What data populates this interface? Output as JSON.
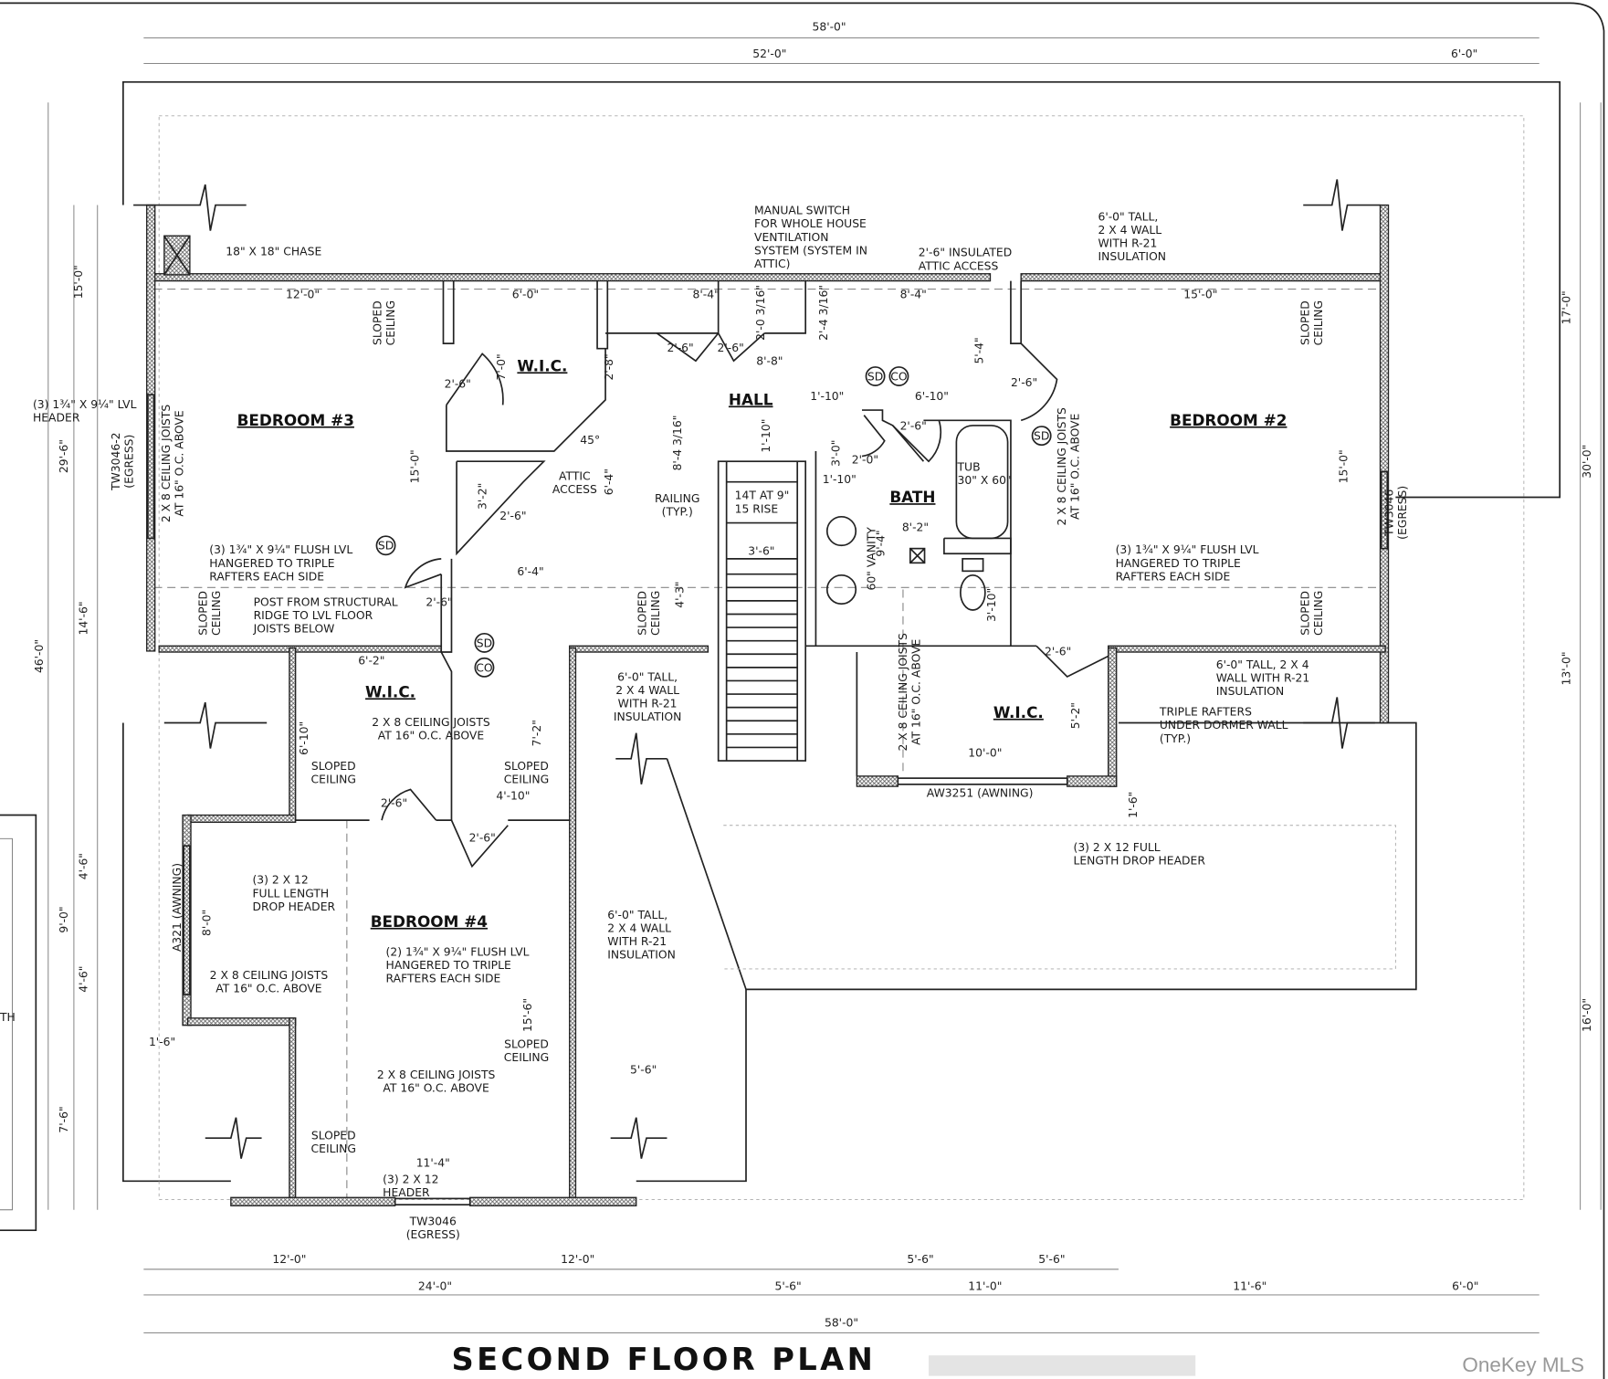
{
  "title": "SECOND FLOOR PLAN",
  "watermark": "OneKey MLS",
  "rooms": {
    "bedroom3": "BEDROOM #3",
    "bedroom2": "BEDROOM #2",
    "bedroom4": "BEDROOM #4",
    "hall": "HALL",
    "bath": "BATH",
    "wic_top": "W.I.C.",
    "wic_mid": "W.I.C.",
    "wic_right": "W.I.C."
  },
  "partial_text": "TH",
  "symbols": [
    "SD",
    "CO",
    "SD",
    "SD",
    "SD",
    "CO"
  ],
  "notes": [
    {
      "id": "chase",
      "lines": [
        "18\" X 18\" CHASE"
      ]
    },
    {
      "id": "manual_switch",
      "lines": [
        "MANUAL SWITCH",
        "FOR WHOLE HOUSE",
        "VENTILATION",
        "SYSTEM (SYSTEM IN",
        "ATTIC)"
      ]
    },
    {
      "id": "attic_access_top",
      "lines": [
        "2'-6\" INSULATED",
        "ATTIC ACCESS"
      ]
    },
    {
      "id": "wall_note_top",
      "lines": [
        "6'-0\" TALL,",
        "2 X 4 WALL",
        "WITH R-21",
        "INSULATION"
      ]
    },
    {
      "id": "lvl_header_left",
      "lines": [
        "(3) 1¾\" X 9¼\" LVL",
        "HEADER"
      ]
    },
    {
      "id": "tw3046_2",
      "lines": [
        "TW3046-2",
        "(EGRESS)"
      ]
    },
    {
      "id": "joists_b3",
      "lines": [
        "2 X 8 CEILING JOISTS",
        "AT 16\" O.C. ABOVE"
      ]
    },
    {
      "id": "flush_lvl_b3",
      "lines": [
        "(3) 1¾\" X 9¼\" FLUSH LVL",
        "HANGERED TO TRIPLE",
        "RAFTERS EACH SIDE"
      ]
    },
    {
      "id": "post",
      "lines": [
        "POST FROM STRUCTURAL",
        "RIDGE TO LVL FLOOR",
        "JOISTS BELOW"
      ]
    },
    {
      "id": "attic_access_mid",
      "lines": [
        "ATTIC",
        "ACCESS"
      ]
    },
    {
      "id": "railing",
      "lines": [
        "RAILING",
        "(TYP.)"
      ]
    },
    {
      "id": "stairs",
      "lines": [
        "14T AT 9\"",
        "15 RISE"
      ]
    },
    {
      "id": "tub",
      "lines": [
        "TUB",
        "30\" X 60\""
      ]
    },
    {
      "id": "vanity",
      "lines": [
        "60\" VANITY"
      ]
    },
    {
      "id": "joists_b2",
      "lines": [
        "2 X 8 CEILING JOISTS",
        "AT 16\" O.C. ABOVE"
      ]
    },
    {
      "id": "flush_lvl_b2",
      "lines": [
        "(3) 1¾\" X 9¼\" FLUSH LVL",
        "HANGERED TO TRIPLE",
        "RAFTERS EACH SIDE"
      ]
    },
    {
      "id": "tw3046_right",
      "lines": [
        "TW3046",
        "(EGRESS)"
      ]
    },
    {
      "id": "wall_note_mid",
      "lines": [
        "6'-0\" TALL,",
        "2 X 4 WALL",
        "WITH R-21",
        "INSULATION"
      ]
    },
    {
      "id": "joists_wic_right",
      "lines": [
        "2 X 8 CEILING JOISTS",
        "AT 16\" O.C. ABOVE"
      ]
    },
    {
      "id": "wall_note_right",
      "lines": [
        "6'-0\" TALL, 2 X 4",
        "WALL WITH R-21",
        "INSULATION"
      ]
    },
    {
      "id": "triple_rafters",
      "lines": [
        "TRIPLE RAFTERS",
        "UNDER DORMER WALL",
        "(TYP.)"
      ]
    },
    {
      "id": "aw3251",
      "lines": [
        "AW3251 (AWNING)"
      ]
    },
    {
      "id": "drop_header_right",
      "lines": [
        "(3) 2 X 12 FULL",
        "LENGTH DROP HEADER"
      ]
    },
    {
      "id": "joists_wic_mid",
      "lines": [
        "2 X 8 CEILING JOISTS",
        "AT 16\" O.C. ABOVE"
      ]
    },
    {
      "id": "drop_header_b4",
      "lines": [
        "(3) 2 X 12",
        "FULL LENGTH",
        "DROP HEADER"
      ]
    },
    {
      "id": "a321",
      "lines": [
        "A321 (AWNING)"
      ]
    },
    {
      "id": "flush_lvl_b4",
      "lines": [
        "(2) 1¾\" X 9¼\" FLUSH LVL",
        "HANGERED TO TRIPLE",
        "RAFTERS EACH SIDE"
      ]
    },
    {
      "id": "wall_note_b4",
      "lines": [
        "6'-0\" TALL,",
        "2 X 4 WALL",
        "WITH R-21",
        "INSULATION"
      ]
    },
    {
      "id": "joists_b4a",
      "lines": [
        "2 X 8 CEILING JOISTS",
        "AT 16\" O.C. ABOVE"
      ]
    },
    {
      "id": "joists_b4b",
      "lines": [
        "2 X 8 CEILING JOISTS",
        "AT 16\" O.C. ABOVE"
      ]
    },
    {
      "id": "header_b4",
      "lines": [
        "(3) 2 X 12",
        "HEADER"
      ]
    },
    {
      "id": "tw3046_bottom",
      "lines": [
        "TW3046",
        "(EGRESS)"
      ]
    },
    {
      "id": "sloped_1",
      "lines": [
        "SLOPED",
        "CEILING"
      ]
    },
    {
      "id": "sloped_2",
      "lines": [
        "SLOPED",
        "CEILING"
      ]
    },
    {
      "id": "sloped_3",
      "lines": [
        "SLOPED",
        "CEILING"
      ]
    },
    {
      "id": "sloped_4",
      "lines": [
        "SLOPED",
        "CEILING"
      ]
    },
    {
      "id": "sloped_5",
      "lines": [
        "SLOPED",
        "CEILING"
      ]
    },
    {
      "id": "sloped_6",
      "lines": [
        "SLOPED",
        "CEILING"
      ]
    },
    {
      "id": "sloped_7",
      "lines": [
        "SLOPED",
        "CEILING"
      ]
    },
    {
      "id": "sloped_8",
      "lines": [
        "SLOPED",
        "CEILING"
      ]
    },
    {
      "id": "sloped_9",
      "lines": [
        "SLOPED",
        "CEILING"
      ]
    }
  ],
  "dimensions": [
    "58'-0\"",
    "52'-0\"",
    "6'-0\"",
    "12'-0\"",
    "6'-0\"",
    "8'-4\"",
    "8'-4\"",
    "15'-0\"",
    "2'-6\"",
    "7'-0\"",
    "2'-8\"",
    "2'-6\"",
    "2'-6\"",
    "8'-8\"",
    "1'-10\"",
    "6'-10\"",
    "2'-6\"",
    "5'-4\"",
    "15'-0\"",
    "15'-0\"",
    "6'-4\"",
    "3'-2\"",
    "2'-6\"",
    "45°",
    "8'-4 3/16\"",
    "1'-10\"",
    "2'-6\"",
    "2'-0\"",
    "1'-10\"",
    "3'-0\"",
    "8'-2\"",
    "9'-4\"",
    "3'-6\"",
    "6'-4\"",
    "2'-6\"",
    "4'-3\"",
    "3'-10\"",
    "2'-6\"",
    "6'-2\"",
    "6'-10\"",
    "7'-2\"",
    "4'-10\"",
    "2'-6\"",
    "2'-6\"",
    "5'-2\"",
    "10'-0\"",
    "1'-6\"",
    "8'-0\"",
    "15'-6\"",
    "5'-6\"",
    "11'-4\"",
    "1'-6\"",
    "15'-0\"",
    "29'-6\"",
    "46'-0\"",
    "14'-6\"",
    "4'-6\"",
    "9'-0\"",
    "4'-6\"",
    "7'-6\"",
    "17'-0\"",
    "30'-0\"",
    "13'-0\"",
    "16'-0\"",
    "12'-0\"",
    "12'-0\"",
    "5'-6\"",
    "5'-6\"",
    "24'-0\"",
    "5'-6\"",
    "11'-0\"",
    "11'-6\"",
    "6'-0\"",
    "58'-0\"",
    "2'-0 3/16\"",
    "2'-4 3/16\""
  ]
}
